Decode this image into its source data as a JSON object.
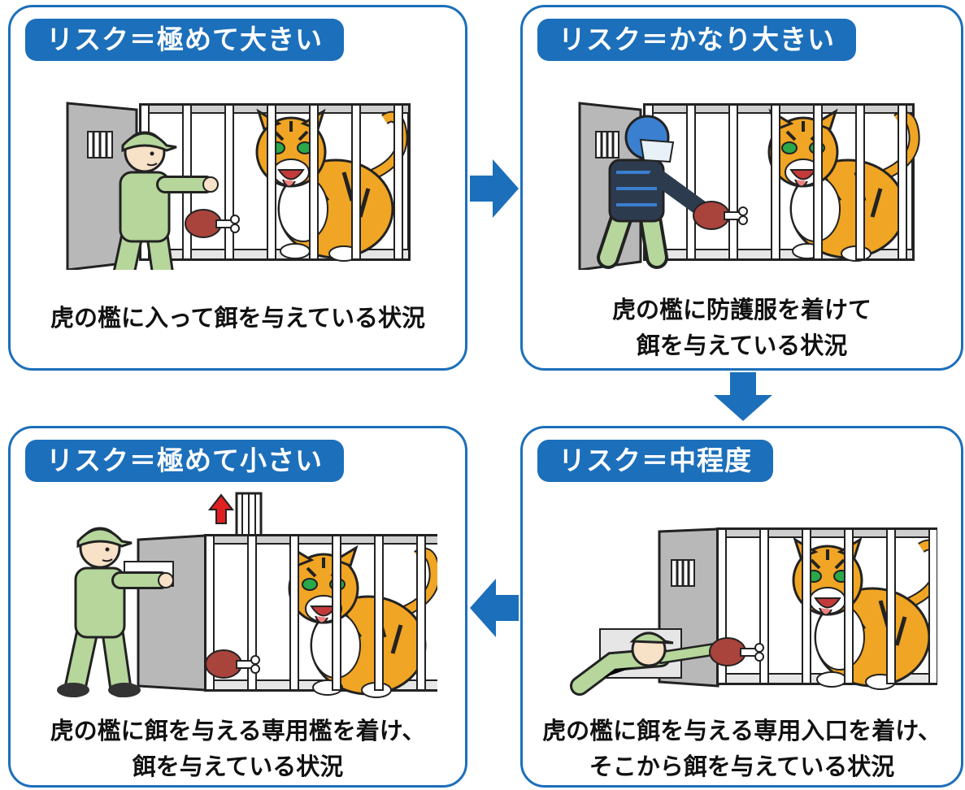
{
  "panels": [
    {
      "title": "リスク＝極めて大きい",
      "caption": [
        "虎の檻に入って餌を与えている状況"
      ]
    },
    {
      "title": "リスク＝かなり大きい",
      "caption": [
        "虎の檻に防護服を着けて",
        "餌を与えている状況"
      ]
    },
    {
      "title": "リスク＝極めて小さい",
      "caption": [
        "虎の檻に餌を与える専用檻を着け、",
        "餌を与えている状況"
      ]
    },
    {
      "title": "リスク＝中程度",
      "caption": [
        "虎の檻に餌を与える専用入口を着け、",
        "そこから餌を与えている状況"
      ]
    }
  ],
  "colors": {
    "accent_blue": "#1c6fba",
    "tiger_orange": "#f0a524",
    "uniform_green": "#b6d69c",
    "cage_gray": "#b8b8b8",
    "lift_arrow_red": "#e02020"
  },
  "icons": [
    "arrow-right-icon",
    "arrow-down-icon",
    "arrow-left-icon",
    "lift-up-arrow-icon"
  ]
}
